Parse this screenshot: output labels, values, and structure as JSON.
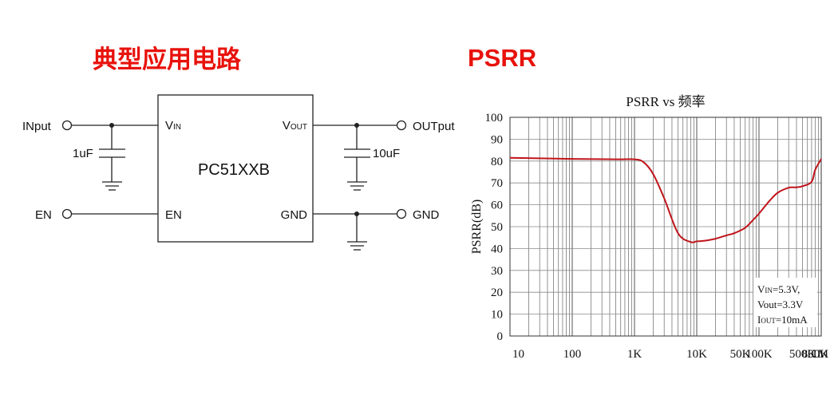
{
  "headings": {
    "circuit": "典型应用电路",
    "psrr": "PSRR"
  },
  "circuit": {
    "chip_name": "PC51XXB",
    "pins": {
      "vin_main": "V",
      "vin_sub": "IN",
      "vout_main": "V",
      "vout_sub": "OUT",
      "en": "EN",
      "gnd": "GND"
    },
    "terminals": {
      "input": "INput",
      "output": "OUTput",
      "en": "EN",
      "gnd": "GND"
    },
    "input_cap": "1uF",
    "output_cap": "10uF"
  },
  "chart_data": {
    "type": "line",
    "title": "PSRR vs 频率",
    "xlabel": "",
    "ylabel": "PSRR(dB)",
    "x_scale": "log",
    "xlim": [
      10,
      1000000
    ],
    "ylim": [
      0,
      100
    ],
    "x_tick_labels": [
      "10",
      "100",
      "1K",
      "10K",
      "50K",
      "100K",
      "500K",
      "800K",
      "1M"
    ],
    "y_tick_labels": [
      "0",
      "10",
      "20",
      "30",
      "40",
      "50",
      "60",
      "70",
      "80",
      "90",
      "100"
    ],
    "annotation": {
      "line1_main": "V",
      "line1_sub": "IN",
      "line1_rest": "=5.3V,",
      "line2": "Vout=3.3V",
      "line3_main": "I",
      "line3_sub": "OUT",
      "line3_rest": "=10mA"
    },
    "series": [
      {
        "color": "#c0141a",
        "x": [
          10,
          100,
          500,
          1000,
          1400,
          2000,
          3000,
          5000,
          8000,
          10000,
          13000,
          20000,
          30000,
          40000,
          60000,
          80000,
          100000,
          150000,
          200000,
          300000,
          400000,
          500000,
          700000,
          800000,
          1000000
        ],
        "y": [
          81.5,
          81.0,
          80.8,
          80.8,
          79.5,
          74,
          63,
          47,
          43,
          43.3,
          43.5,
          44.5,
          46,
          47,
          49.5,
          53,
          56,
          62,
          65.5,
          67.8,
          68,
          68.5,
          70.5,
          76,
          81
        ]
      }
    ]
  }
}
